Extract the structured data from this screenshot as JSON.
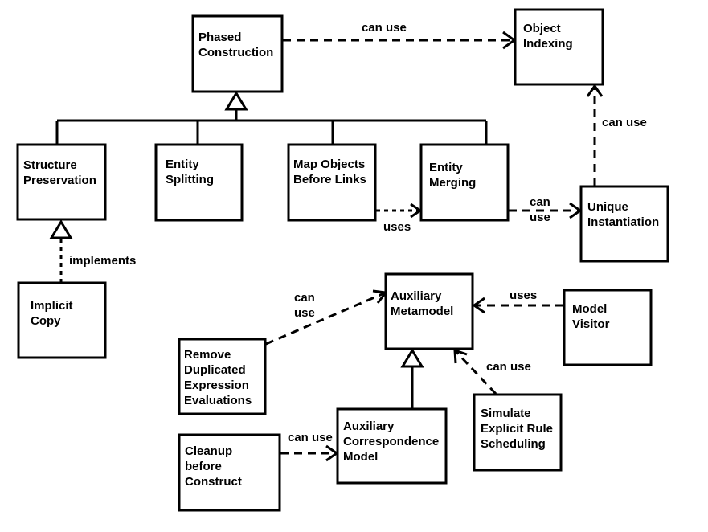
{
  "nodes": {
    "phased_construction": [
      "Phased",
      "Construction"
    ],
    "object_indexing": [
      "Object",
      "Indexing"
    ],
    "structure_preservation": [
      "Structure",
      "Preservation"
    ],
    "entity_splitting": [
      "Entity",
      "Splitting"
    ],
    "map_objects_before_links": [
      "Map Objects",
      "Before Links"
    ],
    "entity_merging": [
      "Entity",
      "Merging"
    ],
    "unique_instantiation": [
      "Unique",
      "Instantiation"
    ],
    "implicit_copy": [
      "Implicit",
      "Copy"
    ],
    "auxiliary_metamodel": [
      "Auxiliary",
      "Metamodel"
    ],
    "model_visitor": [
      "Model",
      "Visitor"
    ],
    "remove_duplicated_expression_evaluations": [
      "Remove",
      "Duplicated",
      "Expression",
      "Evaluations"
    ],
    "simulate_explicit_rule_scheduling": [
      "Simulate",
      "Explicit Rule",
      "Scheduling"
    ],
    "cleanup_before_construct": [
      "Cleanup",
      "before",
      "Construct"
    ],
    "auxiliary_correspondence_model": [
      "Auxiliary",
      "Correspondence",
      "Model"
    ]
  },
  "edge_labels": {
    "phased_to_indexing": [
      "can use"
    ],
    "unique_to_indexing": [
      "can use"
    ],
    "merging_to_unique": [
      "can",
      "use"
    ],
    "map_to_merging": [
      "uses"
    ],
    "implicit_to_structure": [
      "implements"
    ],
    "remove_to_metamodel": [
      "can",
      "use"
    ],
    "visitor_to_metamodel": [
      "uses"
    ],
    "simulate_to_metamodel": [
      "can use"
    ],
    "cleanup_to_correspondence": [
      "can use"
    ]
  }
}
